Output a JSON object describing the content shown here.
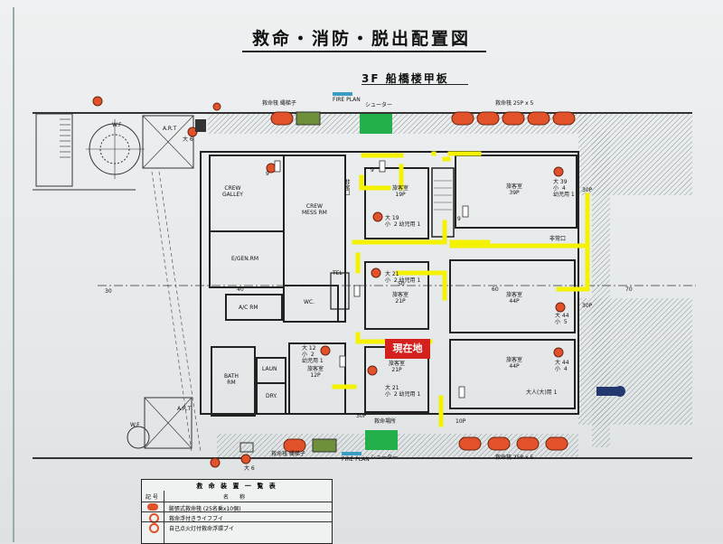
{
  "title": "救命・消防・脱出配置図",
  "subtitle": "3F 船橋楼甲板",
  "current_location": "現在地",
  "rooms": {
    "crew_galley": "CREW\nGALLEY",
    "crew_mess": "CREW\nMESS RM",
    "egen": "E/GEN.RM",
    "ac": "A/C RM",
    "wc": "WC.",
    "bath": "BATH\nRM",
    "laun": "LAUN",
    "dry": "DRY.",
    "tel": "TEL",
    "guest_19": "旅客室\n19P",
    "guest_39": "旅客室\n39P",
    "guest_21a": "旅客室\n21P",
    "guest_44a": "旅客室\n44P",
    "guest_12": "旅客室\n12P",
    "guest_21b": "旅客室\n21P",
    "guest_44b": "旅客室\n44P",
    "muster": "救命場所"
  },
  "labels": {
    "raft_top": "救命筏 縄梯子",
    "fire_plan": "FIRE PLAN",
    "chute": "シューター",
    "raft_capacity": "救命筏 25P x 5",
    "exit": "非常口",
    "exit_v": "非常口",
    "wf": "W.F",
    "art": "A.R.T",
    "grid_30": "30",
    "grid_40": "40",
    "grid_50": "50",
    "grid_60": "60",
    "grid_70": "70",
    "p30": "30P",
    "p10": "10P",
    "p30b": "30P",
    "p30c": "30P",
    "vest_19": "大 19\n小  2 幼児用 1",
    "vest_39": "大 39\n小  4\n幼児用 1",
    "vest_21a": "大 21\n小  2 幼児用 1",
    "vest_44": "大 44\n小  5",
    "vest_12": "大 12\n小  2\n幼児用 1",
    "vest_21b": "大 21\n小  2 幼児用 1",
    "vest_44b": "大 44\n小  4",
    "adult_child": "大人(大)用 1",
    "big6_top": "大 6",
    "big6_bottom": "大 6",
    "num_9a": "9",
    "num_9b": "9",
    "num_9c": "9"
  },
  "legend": {
    "title": "救 命 装 置 一 覧 表",
    "col_mark": "記 号",
    "col_name": "名　　称",
    "rows": [
      "膨張式救命筏 (25名乗x10個)",
      "救命浮付きライフブイ",
      "自己点火灯付救命浮環ブイ"
    ]
  },
  "colors": {
    "escape_route": "#f4f200",
    "raft": "#e2522a",
    "ladder": "#6f8f3a",
    "chute": "#23b04a",
    "current": "#d4211e",
    "hatch": "#9aa"
  }
}
